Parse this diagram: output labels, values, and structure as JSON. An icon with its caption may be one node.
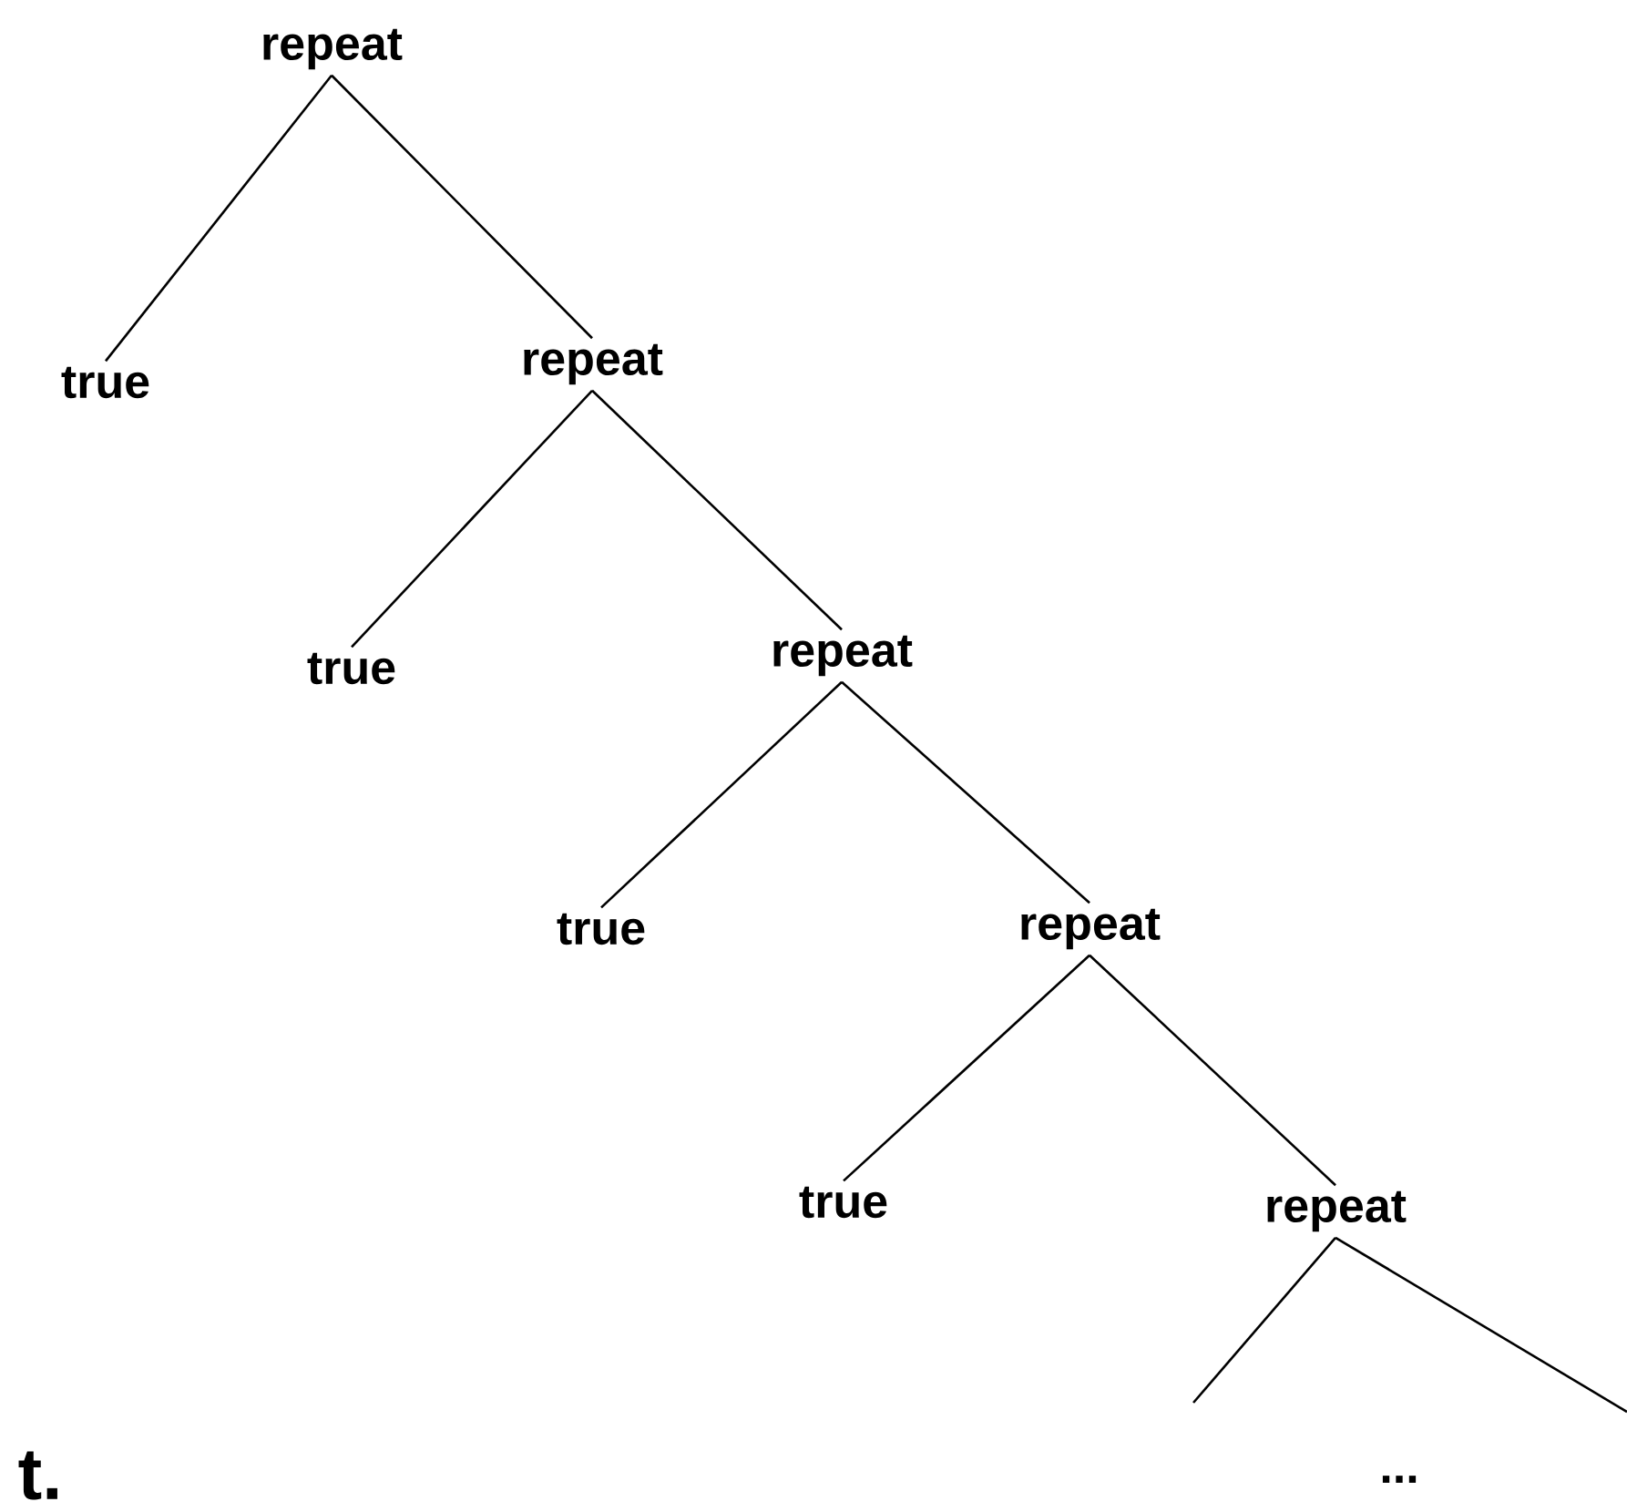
{
  "diagram": {
    "nodes": [
      {
        "text": [
          "repeat"
        ]
      },
      {
        "text": [
          "true"
        ]
      },
      {
        "text": [
          "repeat"
        ]
      },
      {
        "text": [
          "true"
        ]
      },
      {
        "text": [
          "repeat"
        ]
      },
      {
        "text": [
          "true"
        ]
      },
      {
        "text": [
          "repeat"
        ]
      },
      {
        "text": [
          "true"
        ]
      },
      {
        "text": [
          "repeat"
        ]
      }
    ],
    "edges": [
      {
        "from": 0,
        "to": 1,
        "arrow": "none"
      },
      {
        "from": 0,
        "to": 2,
        "arrow": "none"
      },
      {
        "from": 2,
        "to": 3,
        "arrow": "none"
      },
      {
        "from": 2,
        "to": 4,
        "arrow": "none"
      },
      {
        "from": 4,
        "to": 5,
        "arrow": "none"
      },
      {
        "from": 4,
        "to": 6,
        "arrow": "none"
      },
      {
        "from": 6,
        "to": 7,
        "arrow": "none"
      },
      {
        "from": 6,
        "to": 8,
        "arrow": "none"
      },
      {
        "from": 8,
        "to": null,
        "arrow": "none"
      },
      {
        "from": 8,
        "to": null,
        "arrow": "none"
      }
    ],
    "labels": [
      "t.",
      "..."
    ]
  }
}
